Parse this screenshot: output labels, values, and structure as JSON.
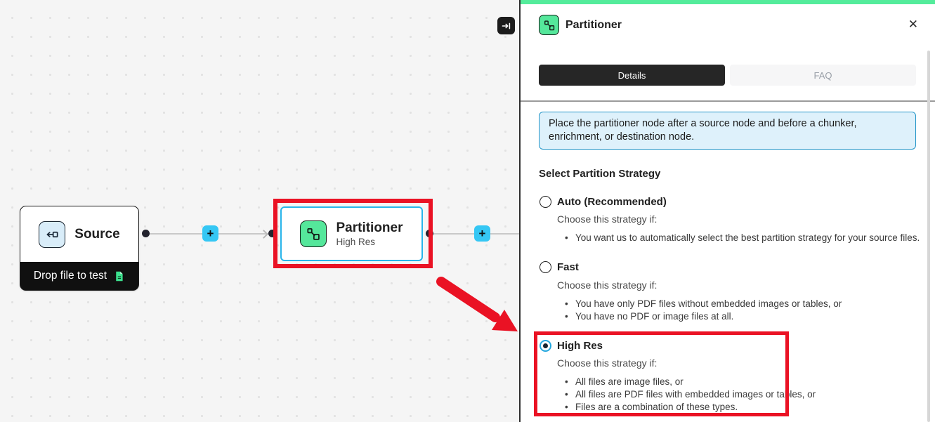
{
  "canvas": {
    "collapse_button_icon": "collapse-panel-icon",
    "source_node": {
      "title": "Source",
      "icon": "source-input-icon",
      "drop_label": "Drop file to test",
      "drop_icon": "document-icon"
    },
    "partitioner_node": {
      "title": "Partitioner",
      "subtitle": "High Res",
      "icon": "partitioner-icon"
    },
    "add_buttons": [
      "+",
      "+"
    ]
  },
  "panel": {
    "title": "Partitioner",
    "icon": "partitioner-icon",
    "close": "✕",
    "tabs": {
      "details": "Details",
      "faq": "FAQ"
    },
    "info_text": "Place the partitioner node after a source node and before a chunker, enrichment, or destination node.",
    "strategy_heading": "Select Partition Strategy",
    "options": [
      {
        "label": "Auto (Recommended)",
        "selected": false,
        "hint": "Choose this strategy if:",
        "bullets": [
          "You want us to automatically select the best partition strategy for your source files."
        ]
      },
      {
        "label": "Fast",
        "selected": false,
        "hint": "Choose this strategy if:",
        "bullets": [
          "You have only PDF files without embedded images or tables, or",
          "You have no PDF or image files at all."
        ]
      },
      {
        "label": "High Res",
        "selected": true,
        "hint": "Choose this strategy if:",
        "bullets": [
          "All files are image files, or",
          "All files are PDF files with embedded images or tables, or",
          "Files are a combination of these types."
        ]
      }
    ]
  },
  "colors": {
    "accent_green": "#54ec9b",
    "accent_cyan": "#35c7f4",
    "selection_blue": "#29b5ea",
    "annotation_red": "#ea1224",
    "info_bg": "#def1fb",
    "info_border": "#2596c8",
    "dark": "#1f1f1f"
  }
}
